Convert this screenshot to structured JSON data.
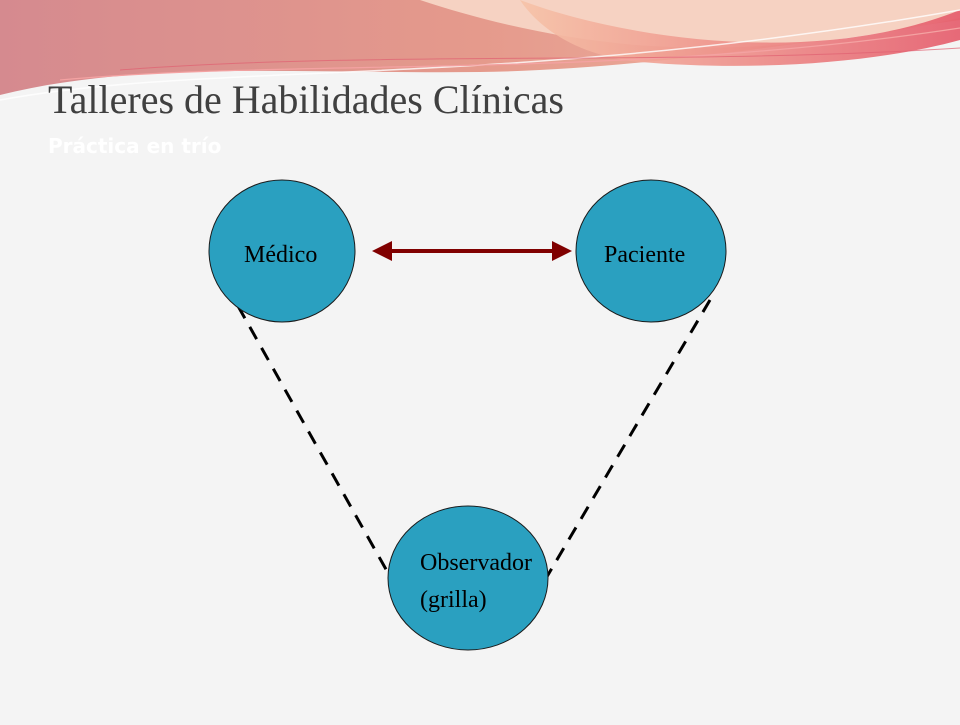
{
  "slide": {
    "title": "Talleres de Habilidades Clínicas",
    "subtitle": "Práctica en trío"
  },
  "diagram": {
    "nodes": {
      "medico": {
        "label": "Médico"
      },
      "paciente": {
        "label": "Paciente"
      },
      "observador": {
        "line1": "Observador",
        "line2": "(grilla)"
      }
    },
    "edges": [
      {
        "from": "Médico",
        "to": "Paciente",
        "style": "solid double-headed arrow"
      },
      {
        "from": "Médico",
        "to": "Observador",
        "style": "dashed"
      },
      {
        "from": "Paciente",
        "to": "Observador",
        "style": "dashed"
      }
    ]
  },
  "colors": {
    "node_fill": "#2aa0c0",
    "node_stroke": "#1a1a1a",
    "arrow": "#800000",
    "dashed_line": "#000000",
    "title_text": "#404040",
    "subtitle_text": "#ffffff",
    "banner_top": "#d98b8b",
    "banner_light": "#f3b6a8",
    "banner_pink": "#e96a78"
  }
}
